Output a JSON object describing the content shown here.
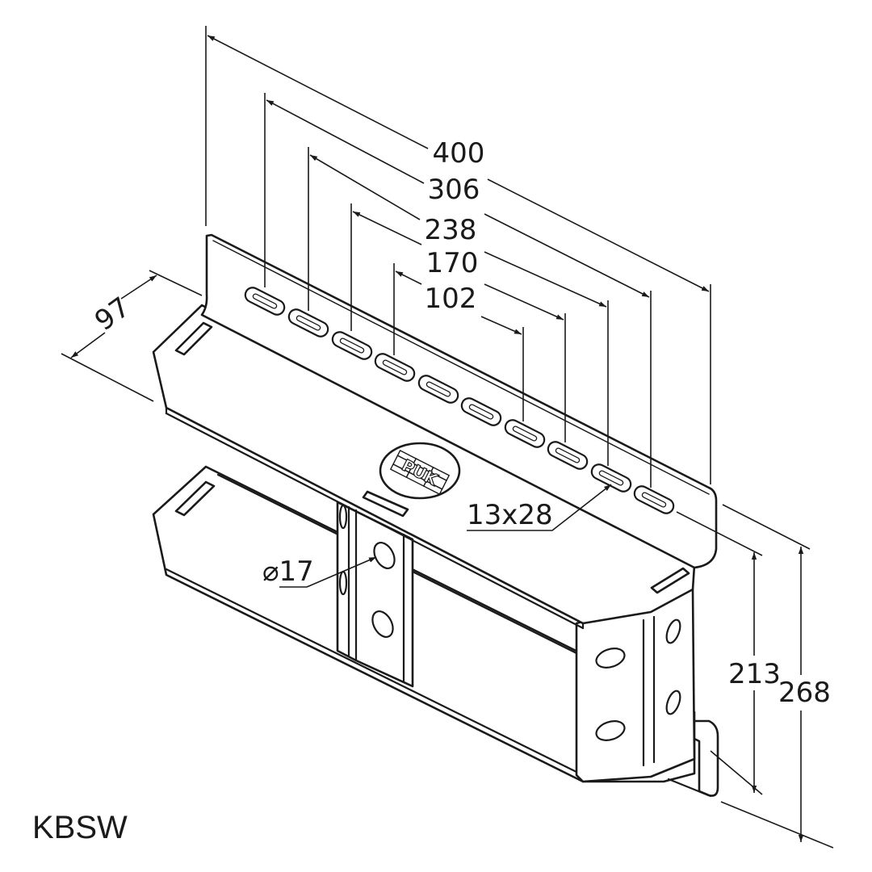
{
  "model": "KBSW",
  "logo_text": "PUK",
  "dimensions": {
    "length_overall": "400",
    "slot_span_1": "306",
    "slot_span_2": "238",
    "slot_span_3": "170",
    "slot_span_4": "102",
    "depth": "97",
    "slot_size": "13x28",
    "hole_diameter": "⌀17",
    "height_inner": "213",
    "height_overall": "268"
  },
  "colors": {
    "line": "#1a1a1a",
    "background": "#ffffff"
  }
}
